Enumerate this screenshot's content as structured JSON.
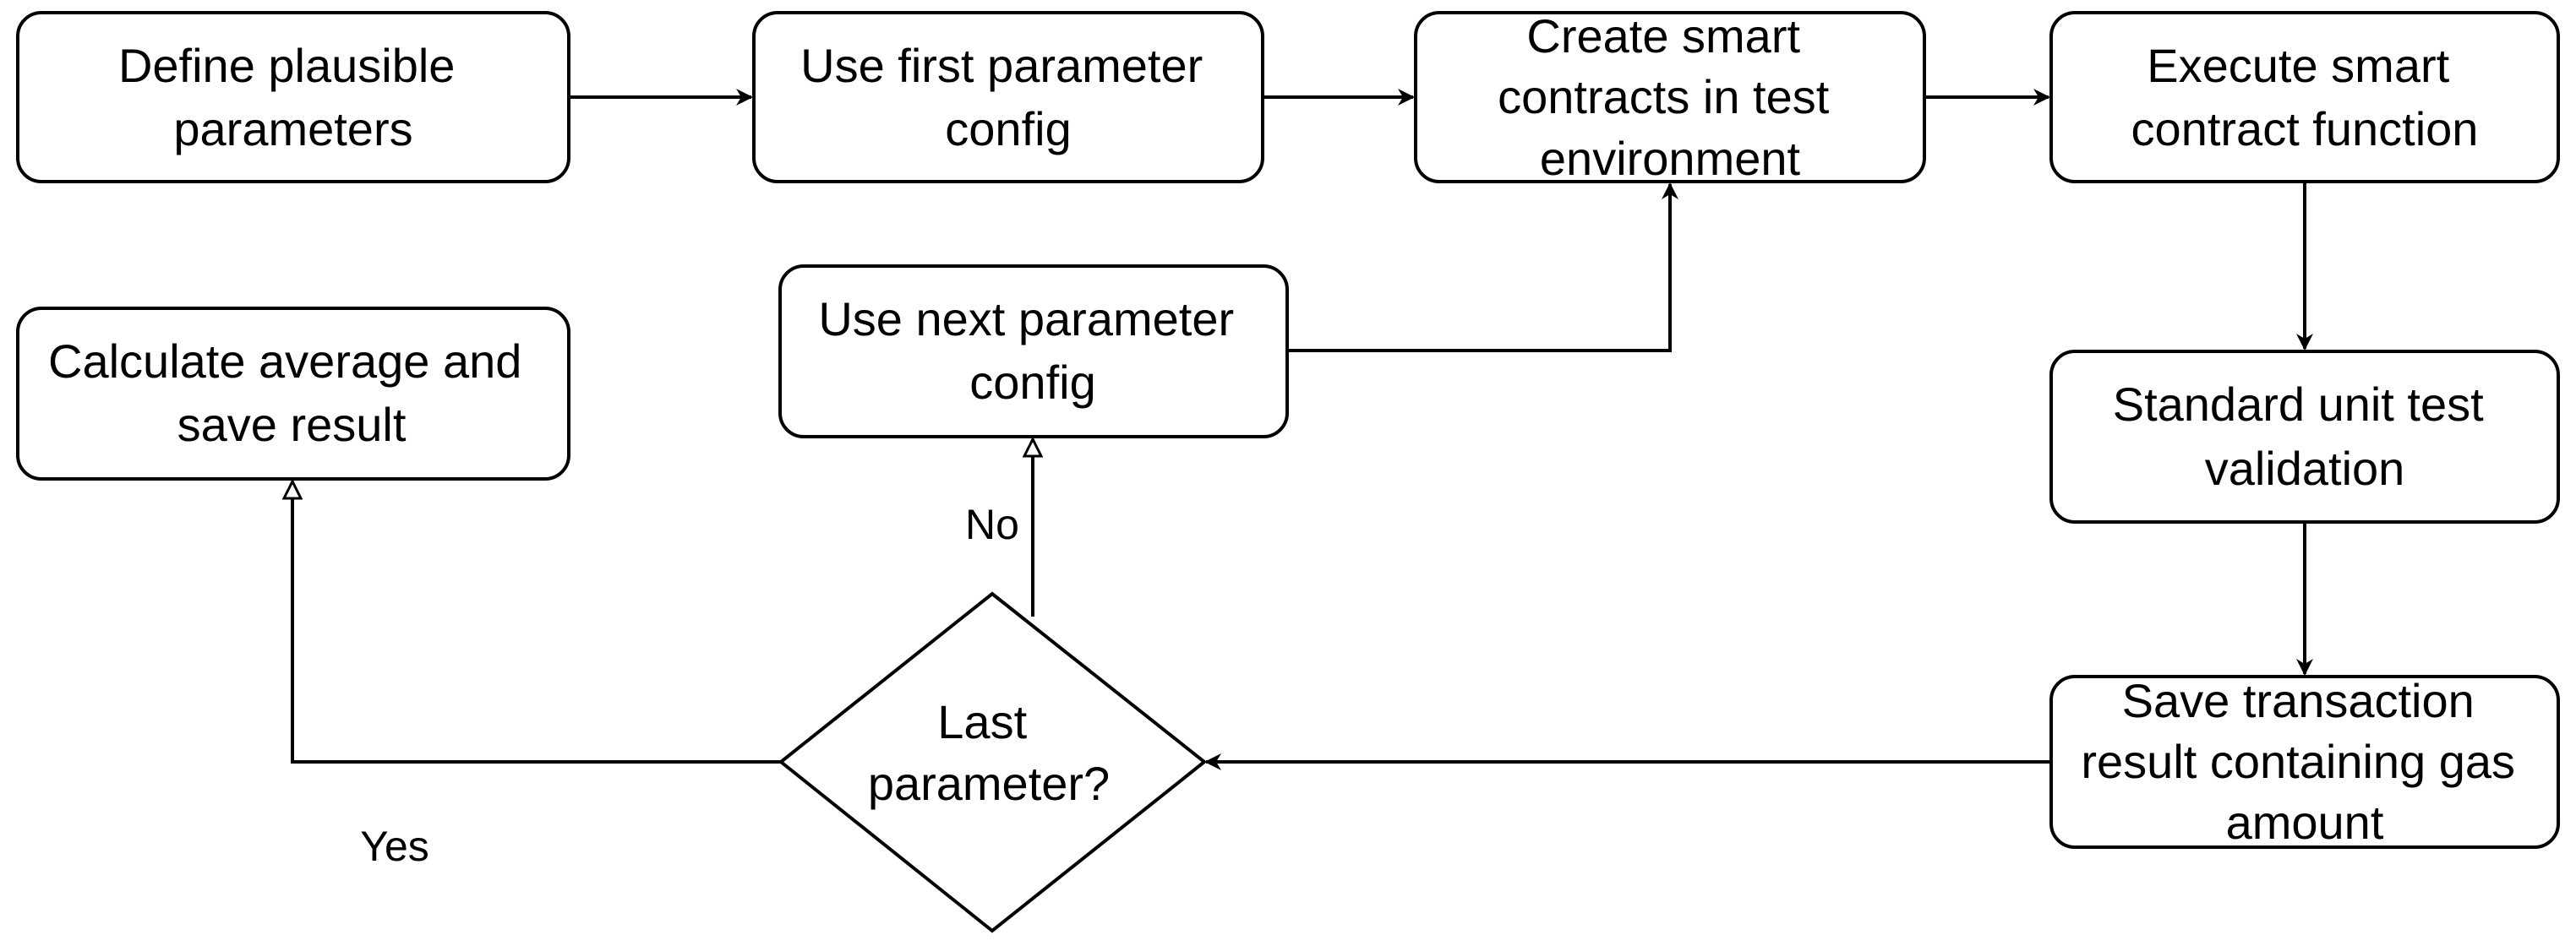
{
  "diagram": {
    "nodes": {
      "define_params": {
        "lines": [
          "Define plausible",
          "parameters"
        ]
      },
      "use_first_config": {
        "lines": [
          "Use first parameter",
          "config"
        ]
      },
      "create_contracts": {
        "lines": [
          "Create smart",
          "contracts in test",
          "environment"
        ]
      },
      "execute_function": {
        "lines": [
          "Execute smart",
          "contract function"
        ]
      },
      "unit_test_validation": {
        "lines": [
          "Standard unit test",
          "validation"
        ]
      },
      "save_transaction": {
        "lines": [
          "Save transaction",
          "result containing gas",
          "amount"
        ]
      },
      "last_parameter": {
        "lines": [
          "Last",
          "parameter?"
        ]
      },
      "use_next_config": {
        "lines": [
          "Use next parameter",
          "config"
        ]
      },
      "calculate_average": {
        "lines": [
          "Calculate average and",
          "save result"
        ]
      }
    },
    "edge_labels": {
      "no": "No",
      "yes": "Yes"
    }
  }
}
